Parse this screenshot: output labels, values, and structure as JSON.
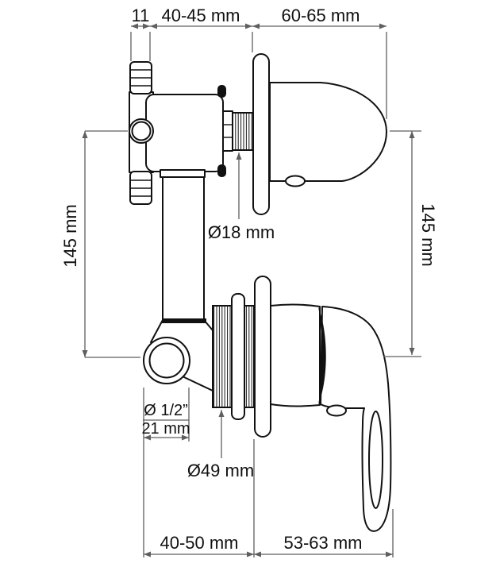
{
  "labels": {
    "top_connector_width": "11",
    "top_recess_depth": "40-45 mm",
    "top_protrusion": "60-65 mm",
    "left_height": "145 mm",
    "right_height": "145 mm",
    "stem_diameter": "Ø18 mm",
    "inlet_thread_size": "Ø 1/2”",
    "inlet_diameter": "21 mm",
    "body_diameter": "Ø49 mm",
    "bottom_recess_depth": "40-50 mm",
    "bottom_protrusion": "53-63 mm"
  },
  "colors": {
    "outline": "#111111",
    "dimension_line": "#5f5f5f",
    "background": "#ffffff"
  }
}
